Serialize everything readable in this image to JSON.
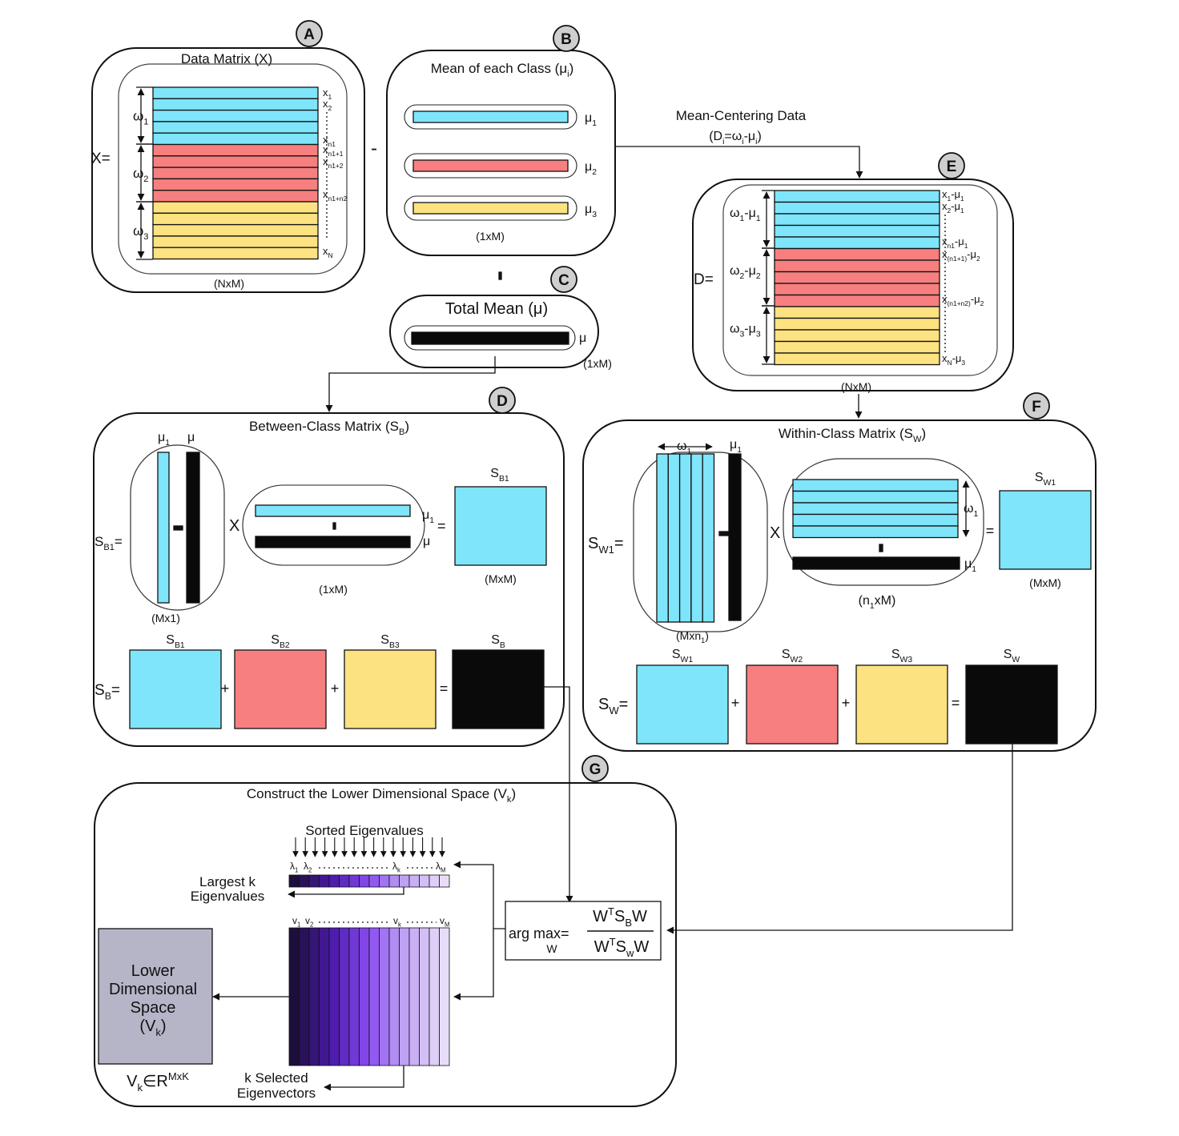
{
  "colors": {
    "class1": "#7fe5fb",
    "class2": "#f77f7f",
    "class3": "#fde281",
    "total": "#0a0a0a",
    "badge": "#cfcfcf",
    "lowspace": "#b6b5c8",
    "eig_dark": "#1d0f3c",
    "eig_light": "#e6dcf8"
  },
  "panels": {
    "A": {
      "badge": "A",
      "title": "Data Matrix (X)",
      "lhs": "X=",
      "dims": "(NxM)",
      "omega": [
        "ω",
        "ω",
        "ω"
      ],
      "omega_sub": [
        "1",
        "2",
        "3"
      ],
      "rows": [
        "x",
        "x",
        "x",
        "x",
        "x",
        "x"
      ],
      "rows_sub": [
        "1",
        "2",
        "n1",
        "n1+1",
        "n1+2",
        "n1+n2"
      ],
      "last_row": "x",
      "last_row_sub": "N"
    },
    "B": {
      "badge": "B",
      "title": "Mean of each Class (μ",
      "title_sub": "i",
      "title_end": ")",
      "mu": [
        "μ",
        "μ",
        "μ"
      ],
      "mu_sub": [
        "1",
        "2",
        "3"
      ],
      "dims": "(1xM)"
    },
    "C": {
      "badge": "C",
      "title": "Total Mean (μ)",
      "mu": "μ",
      "dims": "(1xM)"
    },
    "D": {
      "badge": "D",
      "title": "Between-Class Matrix (S",
      "title_sub": "B",
      "title_end": ")",
      "sb1_lhs": "S",
      "sb1_lhs_sub": "B1",
      "eq": "=",
      "mu1": "μ",
      "mu1_sub": "1",
      "mu": "μ",
      "times": "X",
      "dims_mx1": "(Mx1)",
      "dims_1xm": "(1xM)",
      "dims_mxm": "(MxM)",
      "sb1": "S",
      "sb1_sub": "B1",
      "sum_lhs": "S",
      "sum_lhs_sub": "B",
      "terms": [
        "S",
        "S",
        "S",
        "S"
      ],
      "terms_sub": [
        "B1",
        "B2",
        "B3",
        "B"
      ],
      "plus": "+"
    },
    "E": {
      "badge": "E",
      "lhs": "D=",
      "dims": "(NxM)",
      "omega": [
        "ω",
        "ω",
        "ω"
      ],
      "omega_sub": [
        "1",
        "2",
        "3"
      ],
      "omega_mu": [
        "-μ",
        "-μ",
        "-μ"
      ],
      "omega_mu_sub": [
        "1",
        "2",
        "3"
      ],
      "rows": [
        "x",
        "x",
        "x",
        "x",
        "x",
        "x"
      ],
      "rows_sub": [
        "1",
        "2",
        "n1",
        "(n1+1)",
        "(n1+n2)",
        "N"
      ],
      "rows_mu": [
        "-μ",
        "-μ",
        "-μ",
        "-μ",
        "-μ",
        "-μ"
      ],
      "rows_mu_sub": [
        "1",
        "1",
        "1",
        "2",
        "2",
        "3"
      ]
    },
    "F": {
      "badge": "F",
      "title": "Within-Class Matrix (S",
      "title_sub": "W",
      "title_end": ")",
      "sw1_lhs": "S",
      "sw1_lhs_sub": "W1",
      "eq": "=",
      "omega1": "ω",
      "omega1_sub": "1",
      "mu1": "μ",
      "mu1_sub": "1",
      "times": "X",
      "dims_mxn1": "(Mxn",
      "dims_mxn1_sub": "1",
      "dims_n1xm": "(n",
      "dims_n1xm_sub": "1",
      "dims_n1xm_end": "xM)",
      "dims_mxm": "(MxM)",
      "sw1": "S",
      "sw1_sub": "W1",
      "sum_lhs": "S",
      "sum_lhs_sub": "W",
      "terms": [
        "S",
        "S",
        "S",
        "S"
      ],
      "terms_sub": [
        "W1",
        "W2",
        "W3",
        "W"
      ],
      "plus": "+"
    },
    "G": {
      "badge": "G",
      "title": "Construct the Lower Dimensional Space (V",
      "title_sub": "k",
      "title_end": ")",
      "sorted": "Sorted Eigenvalues",
      "largest": [
        "Largest k",
        "Eigenvalues"
      ],
      "lambda_labels": [
        "λ",
        "λ",
        "λ",
        "λ"
      ],
      "lambda_sub": [
        "1",
        "2",
        "k",
        "M"
      ],
      "v_labels": [
        "v",
        "v",
        "v",
        "v"
      ],
      "v_sub": [
        "1",
        "2",
        "k",
        "M"
      ],
      "selected": [
        "k Selected",
        "Eigenvectors"
      ],
      "low_space": [
        "Lower",
        "Dimensional",
        "Space",
        "(V"
      ],
      "low_space_sub": "k",
      "low_space_end": ")",
      "vk": "V",
      "vk_sub": "k",
      "vk_in": "∈R",
      "vk_sup": "MxK"
    }
  },
  "mean_centering": {
    "line1": "Mean-Centering Data",
    "line2": "(D",
    "line2_sub": "i",
    "line2_mid": "=ω",
    "line2_mid_sub": "i",
    "line2_end": "-μ",
    "line2_end_sub": "i",
    "line2_close": ")"
  },
  "argmax": {
    "prefix": "arg max",
    "under": "W",
    "eq": "=",
    "num": "W",
    "num_sup": "T",
    "num_mid": "S",
    "num_mid_sub": "B",
    "num_end": "W",
    "den": "W",
    "den_sup": "T",
    "den_mid": "S",
    "den_mid_sub": "w",
    "den_end": "W"
  },
  "minus": "-"
}
